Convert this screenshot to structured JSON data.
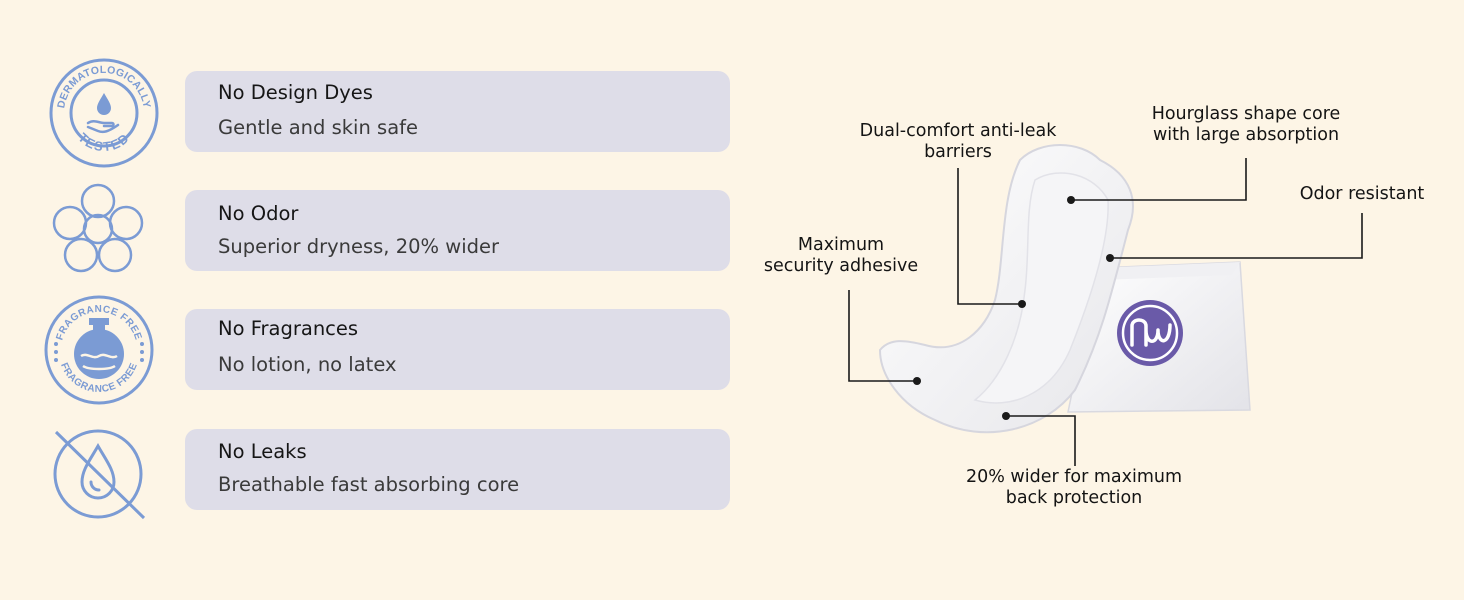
{
  "features": [
    {
      "title": "No Design Dyes",
      "subtitle": "Gentle and skin safe",
      "icon": "dermatologically-tested-icon"
    },
    {
      "title": "No Odor",
      "subtitle": "Superior dryness, 20% wider",
      "icon": "flower-icon"
    },
    {
      "title": "No Fragrances",
      "subtitle": "No lotion, no latex",
      "icon": "fragrance-free-icon"
    },
    {
      "title": "No Leaks",
      "subtitle": "Breathable fast absorbing core",
      "icon": "no-leak-drop-icon"
    }
  ],
  "badges": {
    "derm_top": "DERMATOLOGICALLY",
    "derm_bottom": "TESTED",
    "fragrance_top": "FRAGRANCE FREE",
    "fragrance_bottom": "FRAGRANCE FREE"
  },
  "callouts": {
    "barriers": [
      "Dual-comfort anti-leak",
      "barriers"
    ],
    "core": [
      "Hourglass shape core",
      "with large absorption"
    ],
    "odor": [
      "Odor resistant"
    ],
    "adhesive": [
      "Maximum",
      "security adhesive"
    ],
    "wider": [
      "20% wider for maximum",
      "back protection"
    ]
  },
  "colors": {
    "background": "#fdf5e6",
    "card": "#dedde8",
    "icon_blue": "#7b9bd4",
    "logo_purple": "#6a5aa8"
  }
}
